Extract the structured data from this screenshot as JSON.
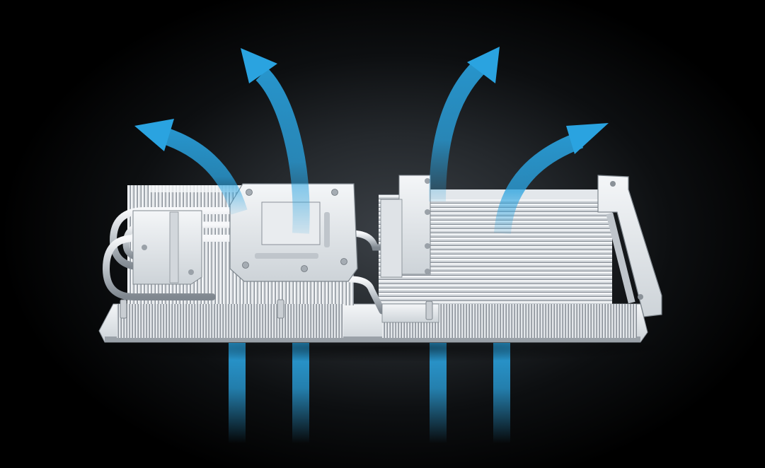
{
  "scene": {
    "subject": "graphics-card-heatsink",
    "colors": {
      "background": "#000000",
      "glow": "#3c4147",
      "airflow": "#2aa3e0",
      "fin_light": "#eef1f4",
      "fin_dark": "#8d949c",
      "plate": "#e3e7eb",
      "heatpipe": "#cfd4d9"
    },
    "airflow": {
      "inlet_count": 4,
      "outlet_count": 4,
      "direction": "bottom-to-top"
    },
    "heatpipe_count": 6
  }
}
